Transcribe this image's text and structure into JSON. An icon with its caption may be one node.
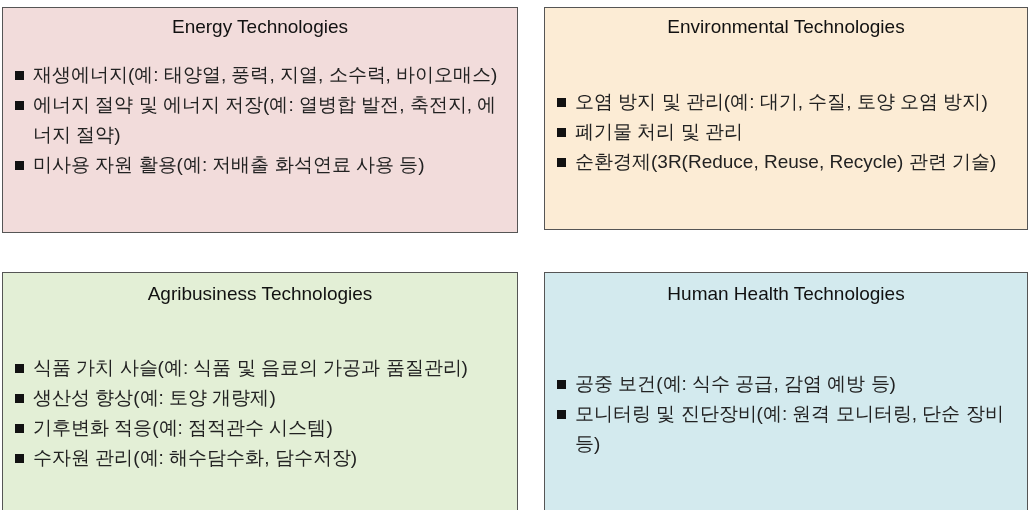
{
  "diagram": {
    "nodes": [
      {
        "text": [
          "Energy Technologies",
          "재생에너지(예: 태양열, 풍력, 지열, 소수력, 바이오매스)",
          "에너지 절약 및 에너지 저장(예: 열병합 발전, 축전지, 에너지 절약)",
          "미사용 자원 활용(예: 저배출 화석연료 사용 등)"
        ]
      },
      {
        "text": [
          "Environmental Technologies",
          "오염 방지 및 관리(예: 대기, 수질, 토양 오염 방지)",
          "폐기물 처리 및 관리",
          "순환경제(3R(Reduce, Reuse, Recycle) 관련 기술)"
        ]
      },
      {
        "text": [
          "Agribusiness Technologies",
          "식품 가치 사슬(예: 식품 및 음료의 가공과 품질관리)",
          "생산성 향상(예: 토양 개량제)",
          "기후변화 적응(예: 점적관수 시스템)",
          "수자원 관리(예: 해수담수화, 담수저장)"
        ]
      },
      {
        "text": [
          "Human Health Technologies",
          "공중 보건(예: 식수 공급, 감염 예방 등)",
          "모니터링 및 진단장비(예: 원격 모니터링, 단순 장비 등)"
        ]
      }
    ]
  }
}
